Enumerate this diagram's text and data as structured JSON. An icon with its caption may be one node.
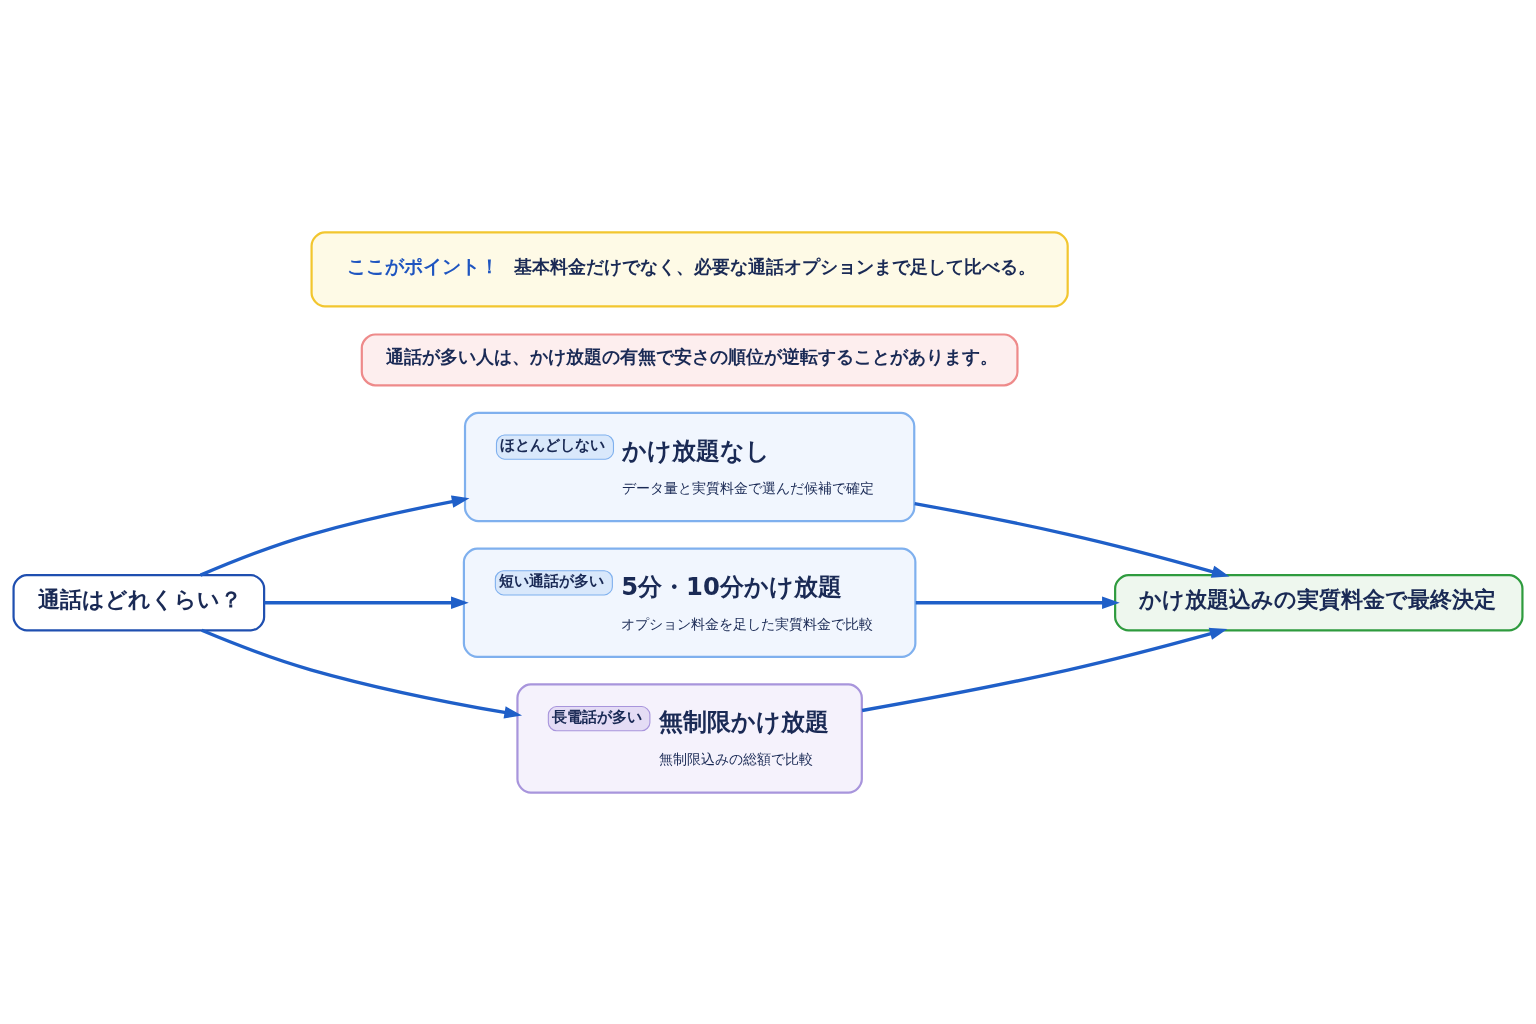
{
  "diagram": {
    "nodes": [
      {
        "text": [
          "通話はどれくらい？"
        ]
      },
      {
        "text": [
          "ほとんどしない",
          "かけ放題なし",
          "データ量と実質料金で選んだ候補で確定"
        ]
      },
      {
        "text": [
          "短い通話が多い",
          "5分・10分かけ放題",
          "オプション料金を足した実質料金で比較"
        ]
      },
      {
        "text": [
          "長電話が多い",
          "無制限かけ放題",
          "無制限込みの総額で比較"
        ]
      },
      {
        "text": [
          "かけ放題込みの実質料金で最終決定"
        ]
      },
      {
        "text": [
          "通話が多い人は、かけ放題の有無で安さの順位が逆転することがあります。"
        ]
      },
      {
        "text": [
          "ここがポイント！",
          "基本料金だけでなく、必要な通話オプションまで足して比べる。"
        ]
      }
    ],
    "edges": [
      {
        "from": 0,
        "to": 1,
        "arrow": "to"
      },
      {
        "from": 0,
        "to": 2,
        "arrow": "to"
      },
      {
        "from": 0,
        "to": 3,
        "arrow": "to"
      },
      {
        "from": 1,
        "to": 4,
        "arrow": "to"
      },
      {
        "from": 2,
        "to": 4,
        "arrow": "to"
      },
      {
        "from": 3,
        "to": 4,
        "arrow": "to"
      }
    ]
  }
}
